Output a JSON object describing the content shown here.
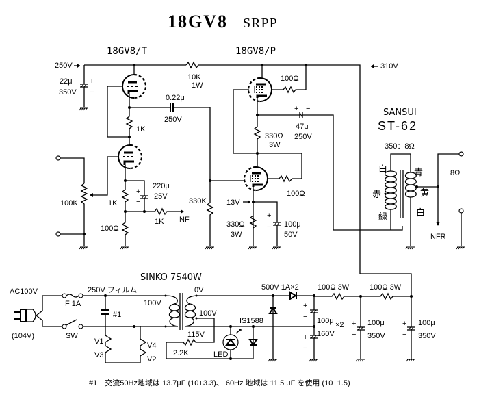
{
  "title": {
    "main": "18GV8",
    "sub": "SRPP"
  },
  "tubes": {
    "top_label": "18GV8/T",
    "power_label": "18GV8/P"
  },
  "voltages": {
    "b_plus_250": "250V",
    "b_plus_310": "310V",
    "cathode_13": "13V"
  },
  "components": {
    "c_22u": {
      "value": "22μ",
      "rating": "350V"
    },
    "r_10k": {
      "value": "10K",
      "rating": "1W"
    },
    "c_022u": {
      "value": "0.22μ",
      "rating": "250V"
    },
    "r_1k_srpp": "1K",
    "pot_100k": "100K",
    "r_1k_cathode": "1K",
    "c_220u": {
      "value": "220μ",
      "rating": "25V"
    },
    "r_100_cathode": "100Ω",
    "r_1k_nf": "1K",
    "nf_label": "NF",
    "r_330k": "330K",
    "r_100_g2_top": "100Ω",
    "c_47u": {
      "value": "47μ",
      "rating": "250V"
    },
    "r_330_3w_mid": {
      "value": "330Ω",
      "rating": "3W"
    },
    "r_100_g2_bottom": "100Ω",
    "r_330_3w_bottom": {
      "value": "330Ω",
      "rating": "3W"
    },
    "c_100u_50v": {
      "value": "100μ",
      "rating": "50V"
    },
    "plus": "+",
    "minus": "−"
  },
  "output_transformer": {
    "brand": "SANSUI",
    "model": "ST-62",
    "ratio": "350：8Ω",
    "primary_taps": [
      "白",
      "赤",
      "緑"
    ],
    "secondary_taps": [
      "青",
      "黄",
      "白"
    ],
    "output_impedance": "8Ω",
    "nfr_label": "NFR"
  },
  "power_supply": {
    "ac_in": "AC100V",
    "ac_measured": "(104V)",
    "fuse": "F 1A",
    "switch": "SW",
    "film_cap": "250V フィルム",
    "cap_note": "#1",
    "heaters": [
      "V1",
      "V3",
      "V4",
      "V2"
    ],
    "transformer": "SINKO 7S40W",
    "primary_tap": "100V",
    "secondary_taps": [
      "0V",
      "100V",
      "115V"
    ],
    "r_22k": "2.2K",
    "led": "LED",
    "diode_1s1588": "IS1588",
    "rectifier": "500V 1A×2",
    "r_100_3w_a": "100Ω 3W",
    "r_100_3w_b": "100Ω 3W",
    "c_doubler": {
      "value": "100μ",
      "mult": "×2",
      "rating": "160V"
    },
    "c_filter_1": {
      "value": "100μ",
      "rating": "350V"
    },
    "c_filter_2": {
      "value": "100μ",
      "rating": "350V"
    }
  },
  "footnote": "#1　交流50Hz地域は 13.7μF (10+3.3)、 60Hz 地域は 11.5 μF を使用 (10+1.5)"
}
